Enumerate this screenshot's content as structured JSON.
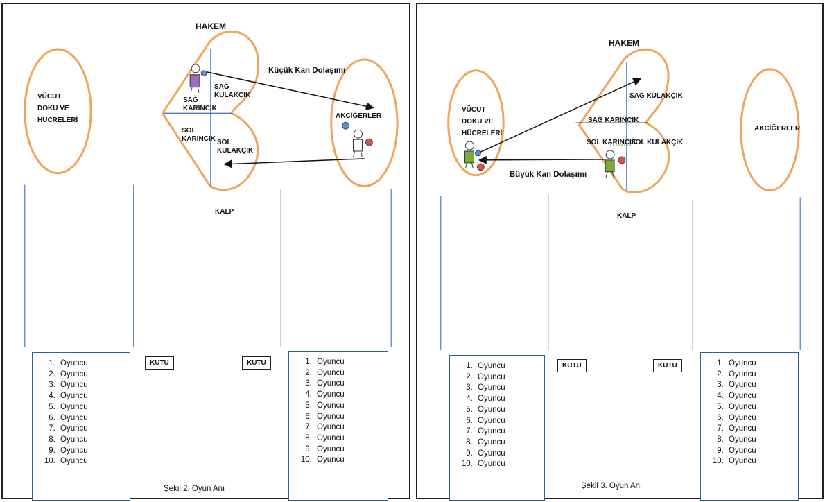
{
  "figure2": {
    "hakem": "HAKEM",
    "vucut": [
      "VÜCUT",
      "DOKU VE",
      "HÜCRELERİ"
    ],
    "sag_kulakcik": [
      "SAĞ",
      "KULAKÇIK"
    ],
    "sag_karincik": [
      "SAĞ",
      "KARINCIK"
    ],
    "sol_karincik": [
      "SOL",
      "KARINCIK"
    ],
    "sol_kulakcik": [
      "SOL",
      "KULAKÇIK"
    ],
    "circulation": "Küçük Kan Dolaşımı",
    "akcigerler": "AKCİĞERLER",
    "kalp": "KALP",
    "kutu_left": "KUTU",
    "kutu_right": "KUTU",
    "players_left": [
      "Oyuncu",
      "Oyuncu",
      "Oyuncu",
      "Oyuncu",
      "Oyuncu",
      "Oyuncu",
      "Oyuncu",
      "Oyuncu",
      "Oyuncu",
      "Oyuncu"
    ],
    "players_right": [
      "Oyuncu",
      "Oyuncu",
      "Oyuncu",
      "Oyuncu",
      "Oyuncu",
      "Oyuncu",
      "Oyuncu",
      "Oyuncu",
      "Oyuncu",
      "Oyuncu"
    ],
    "caption": "Şekil 2. Oyun Anı"
  },
  "figure3": {
    "hakem": "HAKEM",
    "vucut": [
      "VÜCUT",
      "DOKU VE",
      "HÜCRELERİ"
    ],
    "sag_kulakcik": "SAĞ KULAKÇIK",
    "sag_karincik": "SAĞ KARINCIK",
    "sol_karincik": "SOL KARINCIK",
    "sol_kulakcik": "SOL KULAKÇIK",
    "circulation": "Büyük Kan Dolaşımı",
    "akcigerler": "AKCİĞERLER",
    "kalp": "KALP",
    "kutu_left": "KUTU",
    "kutu_right": "KUTU",
    "players_left": [
      "Oyuncu",
      "Oyuncu",
      "Oyuncu",
      "Oyuncu",
      "Oyuncu",
      "Oyuncu",
      "Oyuncu",
      "Oyuncu",
      "Oyuncu",
      "Oyuncu"
    ],
    "players_right": [
      "Oyuncu",
      "Oyuncu",
      "Oyuncu",
      "Oyuncu",
      "Oyuncu",
      "Oyuncu",
      "Oyuncu",
      "Oyuncu",
      "Oyuncu",
      "Oyuncu"
    ],
    "caption": "Şekil 3. Oyun Anı"
  },
  "colors": {
    "outline_orange": "#f0a35a",
    "line_blue": "#4a7cc0",
    "player_purple": "#9b6fc0",
    "player_green": "#7aaa3a",
    "ball_red": "#d9534f",
    "ball_blue": "#5b8fd9"
  }
}
